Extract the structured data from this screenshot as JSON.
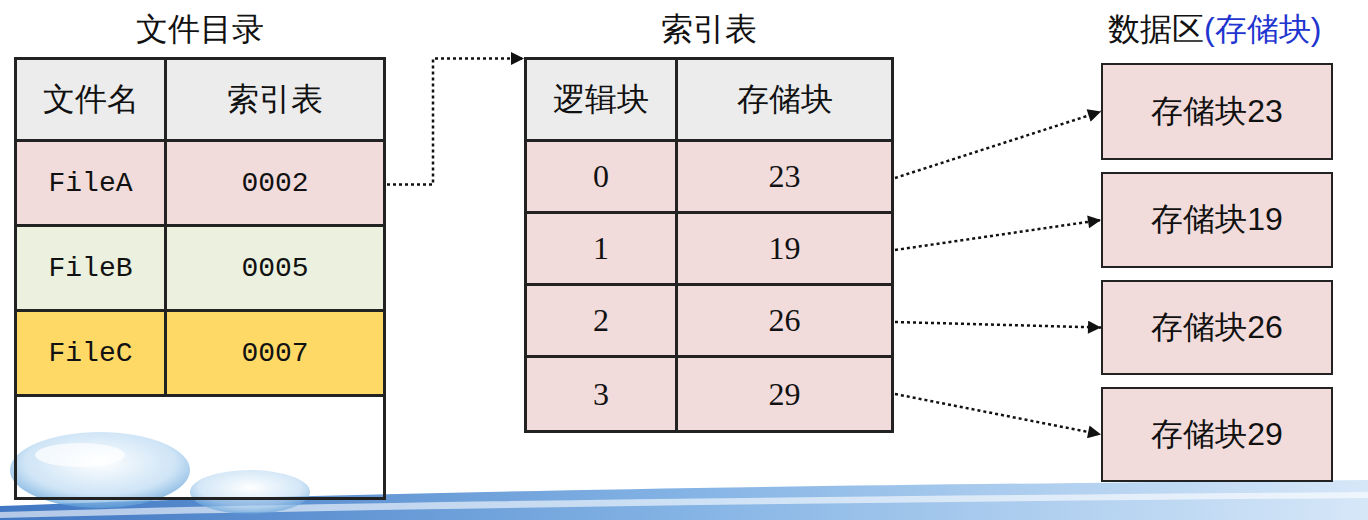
{
  "diagram": {
    "nodes": [
      {
        "text": [
          "文件目录"
        ]
      },
      {
        "text": [
          "文件名",
          "索引表"
        ],
        "in": 0
      },
      {
        "text": [
          "FileA",
          "0002"
        ],
        "in": 0
      },
      {
        "text": [
          "FileB",
          "0005"
        ],
        "in": 0
      },
      {
        "text": [
          "FileC",
          "0007"
        ],
        "in": 0
      },
      {
        "text": [
          "索引表"
        ]
      },
      {
        "text": [
          "逻辑块",
          "存储块"
        ],
        "in": 5
      },
      {
        "text": [
          "0",
          "23"
        ],
        "in": 5
      },
      {
        "text": [
          "1",
          "19"
        ],
        "in": 5
      },
      {
        "text": [
          "2",
          "26"
        ],
        "in": 5
      },
      {
        "text": [
          "3",
          "29"
        ],
        "in": 5
      },
      {
        "text": [
          "存储块23"
        ]
      },
      {
        "text": [
          "存储块19"
        ]
      },
      {
        "text": [
          "存储块26"
        ]
      },
      {
        "text": [
          "存储块29"
        ]
      }
    ],
    "edges": [
      {
        "from": 2,
        "to": 5,
        "arrow": "to"
      },
      {
        "from": 7,
        "to": 11,
        "arrow": "to"
      },
      {
        "from": 8,
        "to": 12,
        "arrow": "to"
      },
      {
        "from": 9,
        "to": 13,
        "arrow": "to"
      },
      {
        "from": 10,
        "to": 14,
        "arrow": "to"
      }
    ],
    "labels": [
      "数据区",
      "(存储块)"
    ]
  }
}
